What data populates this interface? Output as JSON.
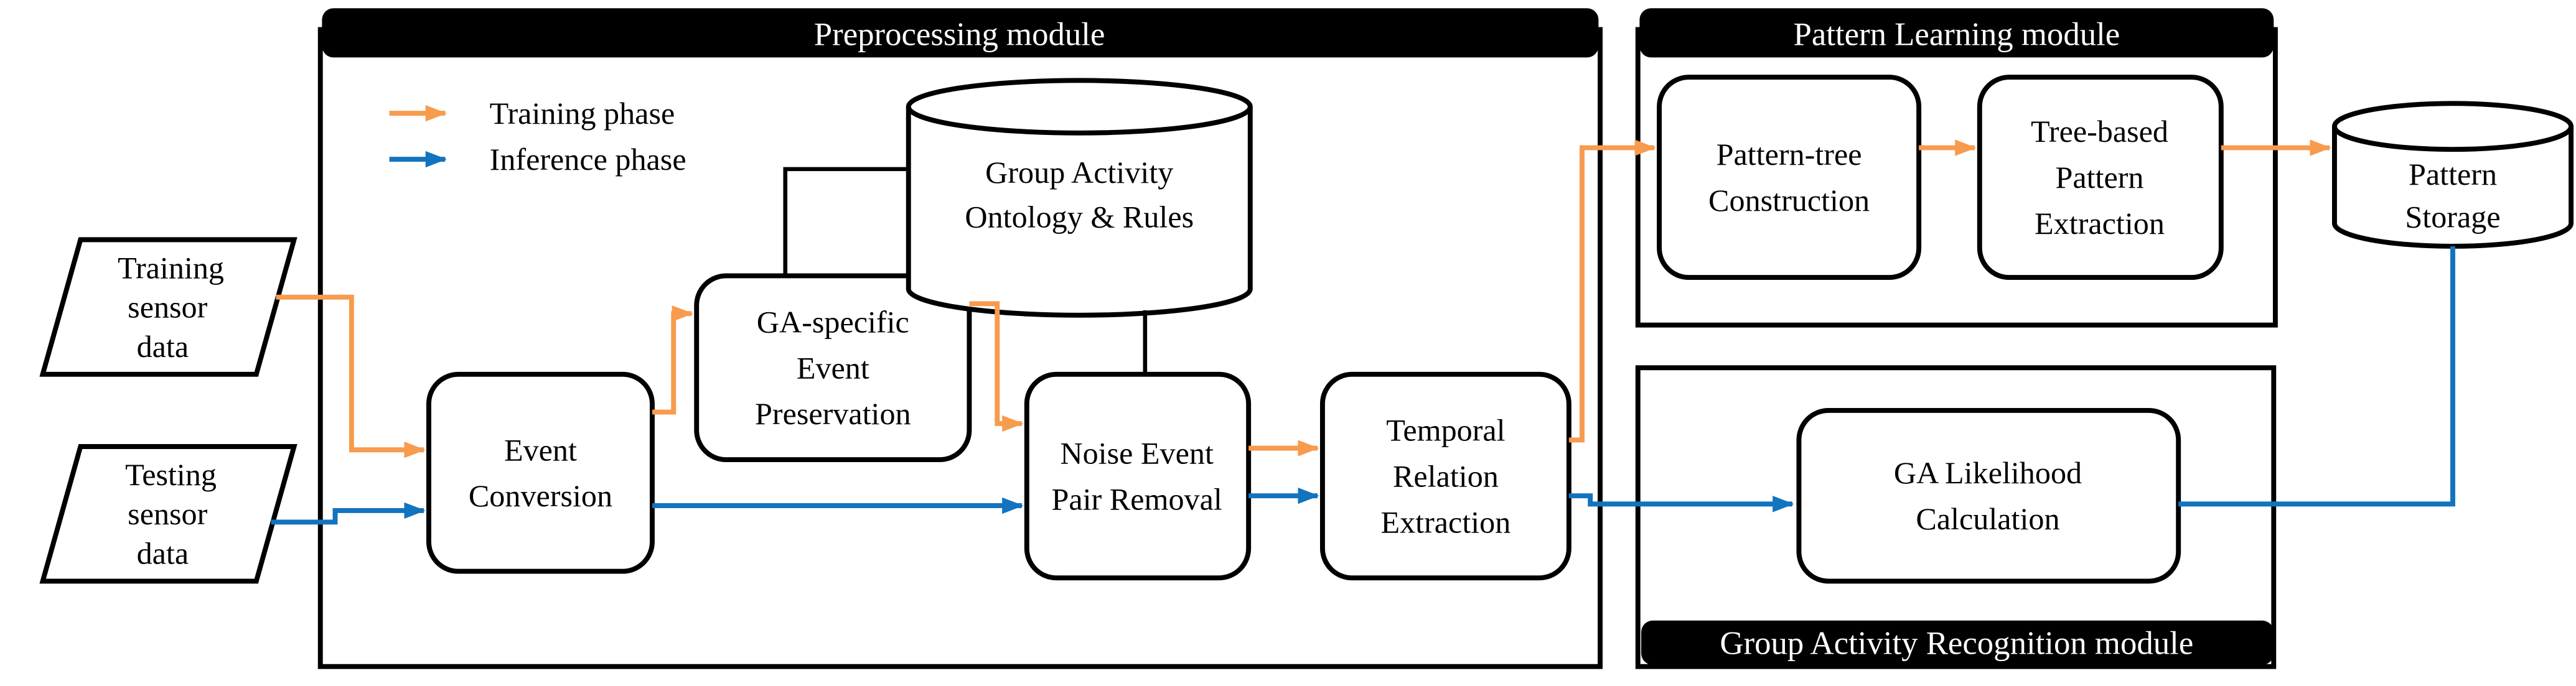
{
  "modules": {
    "preprocessing": "Preprocessing module",
    "pattern_learning": "Pattern Learning module",
    "gar": "Group Activity Recognition module"
  },
  "legend": {
    "training": "Training phase",
    "inference": "Inference phase"
  },
  "colors": {
    "training_arrow": "#F79B4E",
    "inference_arrow": "#1273BE",
    "module_header_bg": "#000000",
    "module_header_text": "#FFFFFF"
  },
  "nodes": {
    "training_data": {
      "lines": [
        "Training",
        "sensor",
        "data"
      ]
    },
    "testing_data": {
      "lines": [
        "Testing",
        "sensor",
        "data"
      ]
    },
    "event_conversion": {
      "lines": [
        "Event",
        "Conversion"
      ]
    },
    "ga_specific": {
      "lines": [
        "GA-specific",
        "Event",
        "Preservation"
      ]
    },
    "ontology": {
      "lines": [
        "Group Activity",
        "Ontology & Rules"
      ]
    },
    "noise_removal": {
      "lines": [
        "Noise Event",
        "Pair Removal"
      ]
    },
    "temporal": {
      "lines": [
        "Temporal",
        "Relation",
        "Extraction"
      ]
    },
    "pattern_tree": {
      "lines": [
        "Pattern-tree",
        "Construction"
      ]
    },
    "tree_based": {
      "lines": [
        "Tree-based",
        "Pattern",
        "Extraction"
      ]
    },
    "pattern_storage": {
      "lines": [
        "Pattern",
        "Storage"
      ]
    },
    "ga_likelihood": {
      "lines": [
        "GA Likelihood",
        "Calculation"
      ]
    }
  }
}
